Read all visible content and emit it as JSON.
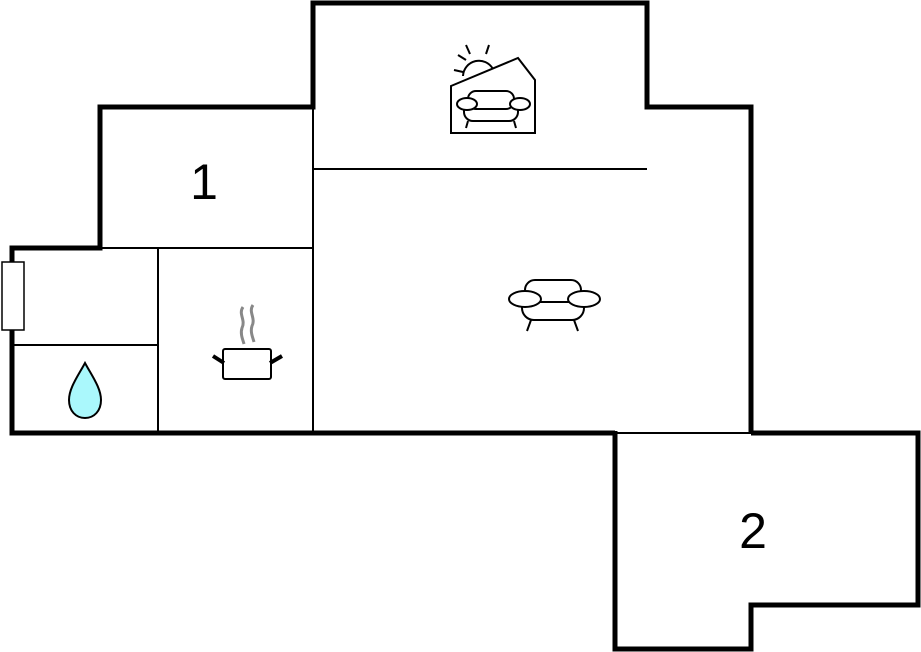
{
  "diagram": {
    "type": "floor-plan",
    "colors": {
      "wall": "#000000",
      "background": "#ffffff",
      "water_drop_fill": "#aaf8fc",
      "steam": "#888888"
    },
    "rooms": [
      {
        "id": "bedroom-1",
        "label": "1",
        "kind": "bedroom"
      },
      {
        "id": "bedroom-2",
        "label": "2",
        "kind": "bedroom"
      },
      {
        "id": "living-room",
        "label": "",
        "kind": "living",
        "icon": "armchair-icon"
      },
      {
        "id": "conservatory",
        "label": "",
        "kind": "sunroom",
        "icon": "sun-house-armchair-icon"
      },
      {
        "id": "kitchen",
        "label": "",
        "kind": "kitchen",
        "icon": "cooking-pot-icon"
      },
      {
        "id": "bathroom",
        "label": "",
        "kind": "bathroom",
        "icon": "water-drop-icon"
      },
      {
        "id": "entrance",
        "label": "",
        "kind": "hallway",
        "icon": "door-icon"
      }
    ]
  }
}
